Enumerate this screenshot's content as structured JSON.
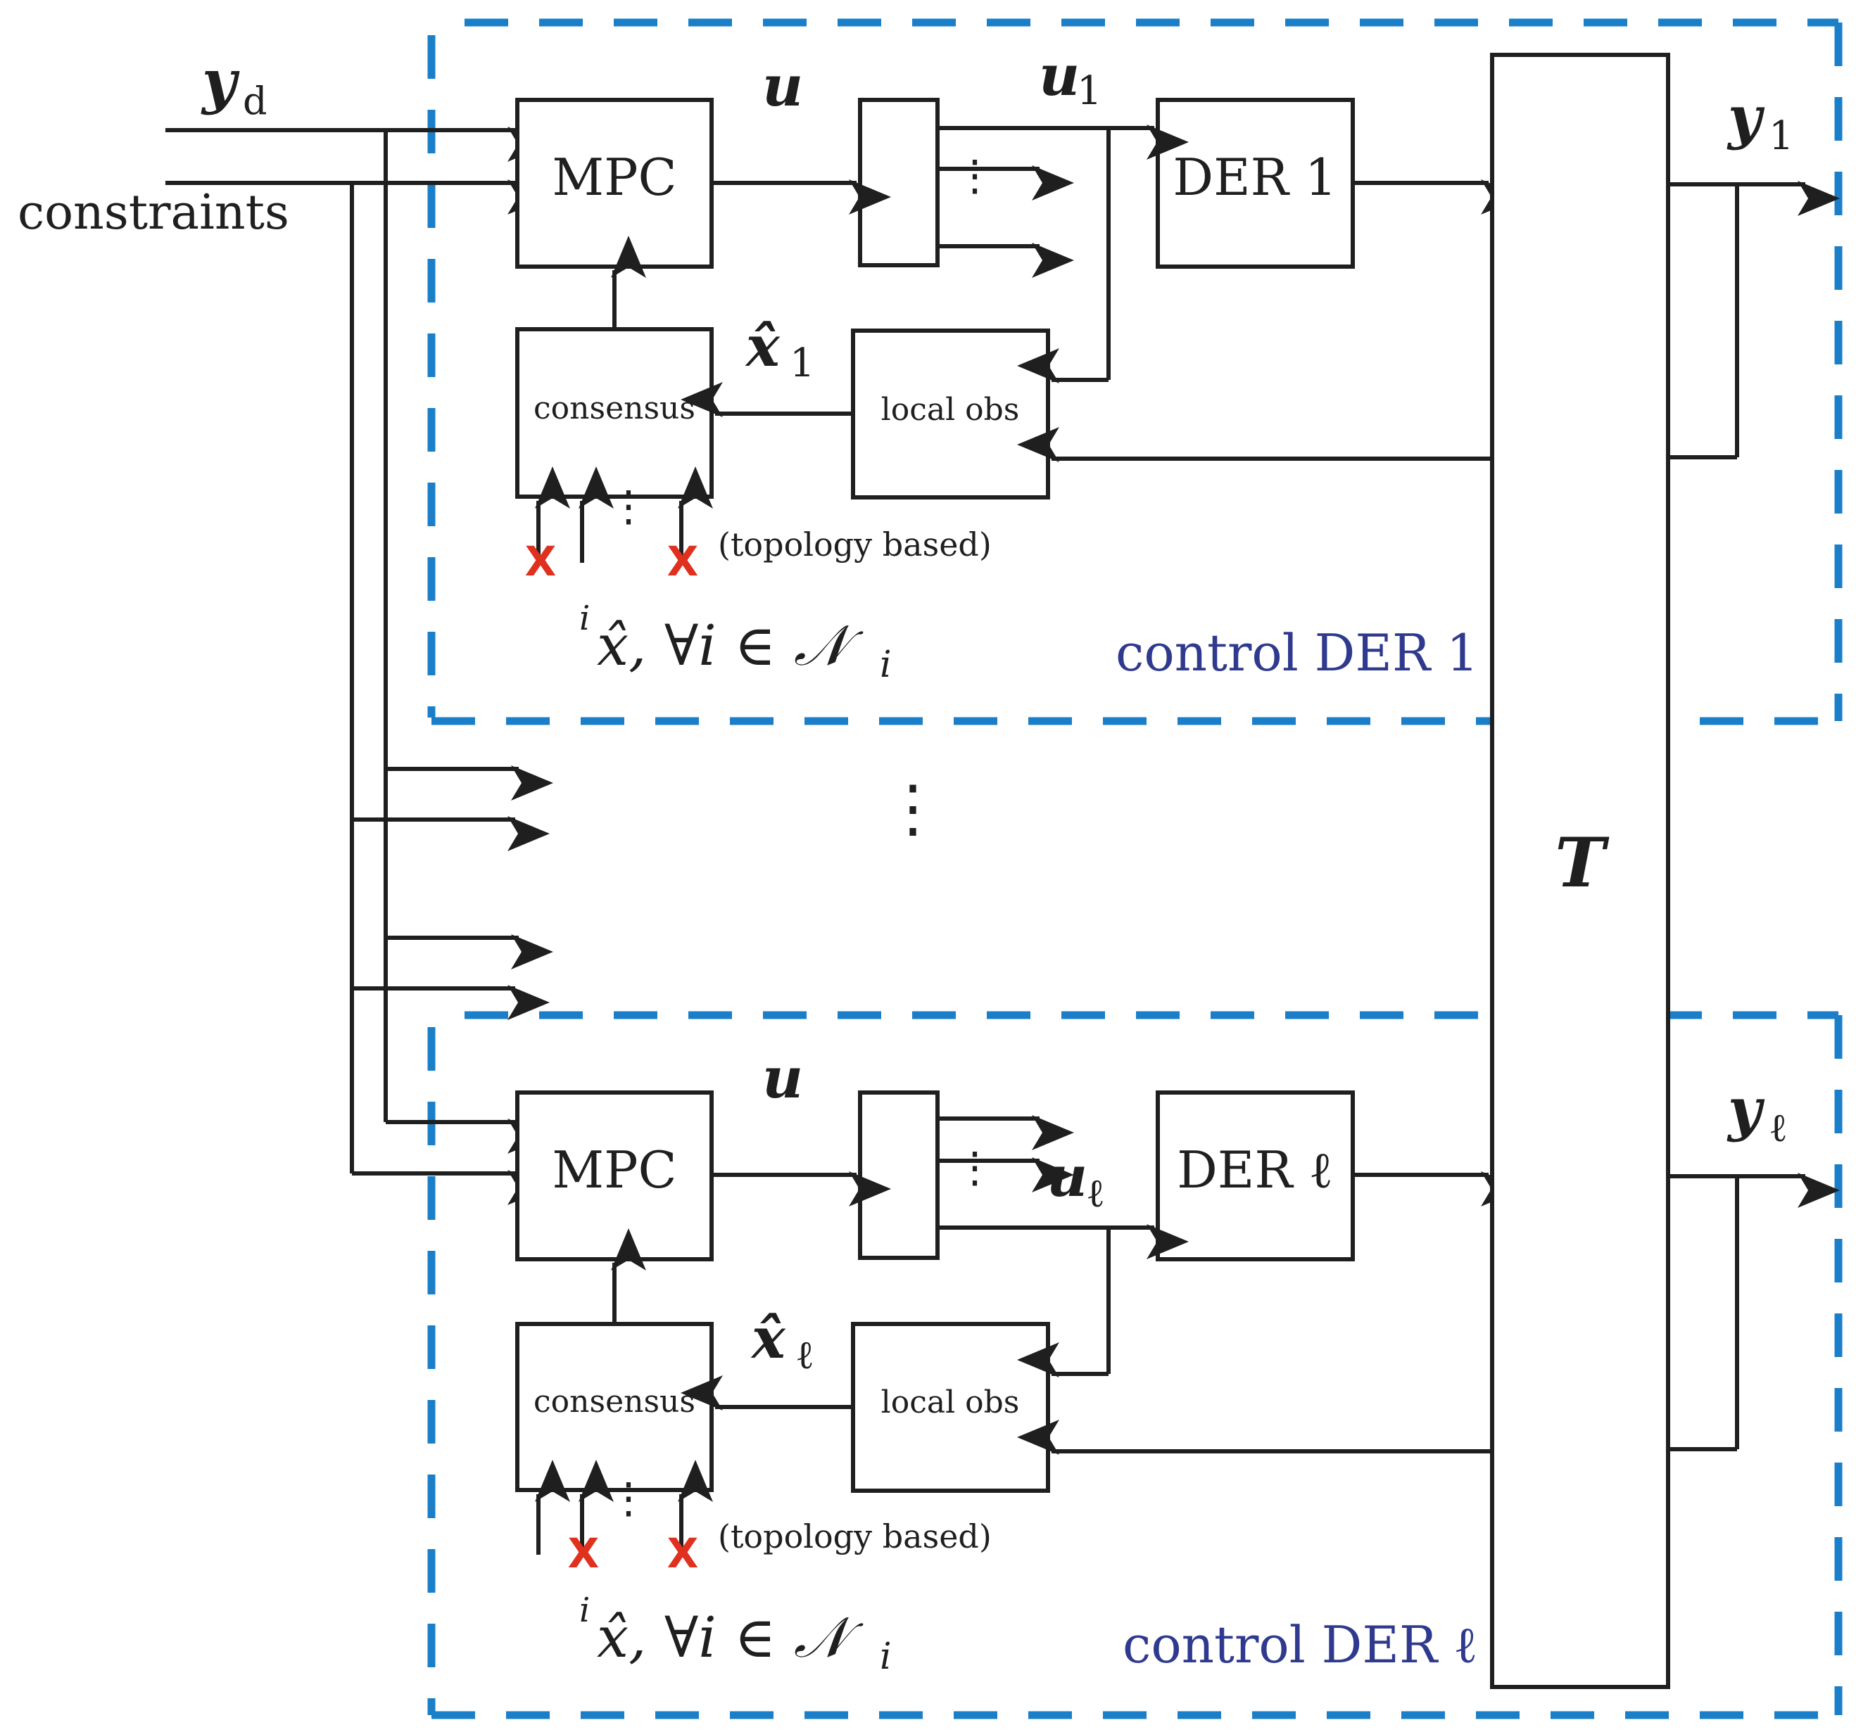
{
  "signals": {
    "yd_main": "y",
    "yd_sub": "d",
    "constraints": "constraints",
    "u": "u",
    "u1_main": "u",
    "u1_sub": "1",
    "ul_main": "u",
    "ul_sub": "ℓ",
    "y1_main": "y",
    "y1_sub": "1",
    "yl_main": "y",
    "yl_sub": "ℓ",
    "x1hat_main": "x̂",
    "x1hat_sub": "1",
    "xlhat_main": "x̂",
    "xlhat_sub": "ℓ",
    "neighbor_sup": "i",
    "neighbor_main": "x̂, ∀i ∈ 𝒩",
    "neighbor_sub": "i",
    "topology": "(topology  based)",
    "dots": "⋮",
    "cross": "X",
    "T": "T"
  },
  "blocks": {
    "mpc": "MPC",
    "consensus": "consensus",
    "local_obs": "local  obs",
    "der1": "DER 1",
    "derl": "DER ℓ"
  },
  "groups": {
    "top": "control DER 1",
    "bottom": "control DER ℓ"
  },
  "colors": {
    "dashed_border": "#1a7fc8",
    "group_label": "#2f3a8f",
    "lost_link": "#e0301e",
    "lines": "#1f1f1f"
  }
}
